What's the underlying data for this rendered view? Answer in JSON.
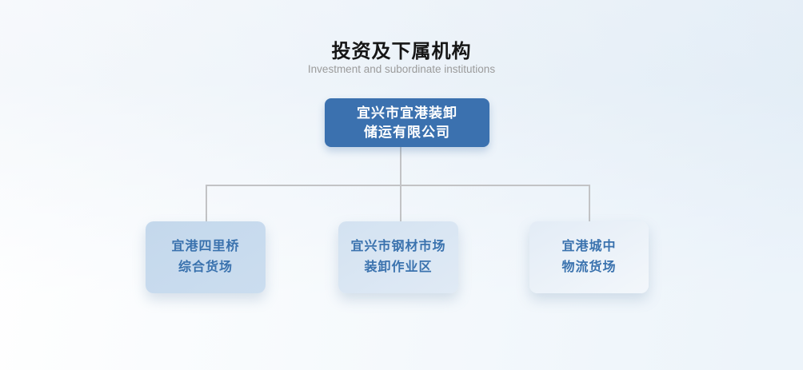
{
  "header": {
    "title": "投资及下属机构",
    "subtitle": "Investment and subordinate institutions"
  },
  "org_chart": {
    "root": {
      "lines": [
        "宜兴市宜港装卸",
        "储运有限公司"
      ]
    },
    "children": [
      {
        "lines": [
          "宜港四里桥",
          "综合货场"
        ]
      },
      {
        "lines": [
          "宜兴市钢材市场",
          "装卸作业区"
        ]
      },
      {
        "lines": [
          "宜港城中",
          "物流货场"
        ]
      }
    ]
  },
  "colors": {
    "root_box_bg": "#3b71af",
    "root_box_text": "#ffffff",
    "child_box_bg_1": "#c7daed",
    "child_box_bg_2": "#d9e6f3",
    "child_box_bg_3": "#e8eff7",
    "child_box_text": "#3a72ae",
    "connector_line": "#c2c3c5",
    "title_text": "#161616",
    "subtitle_text": "#9b9b9b"
  }
}
